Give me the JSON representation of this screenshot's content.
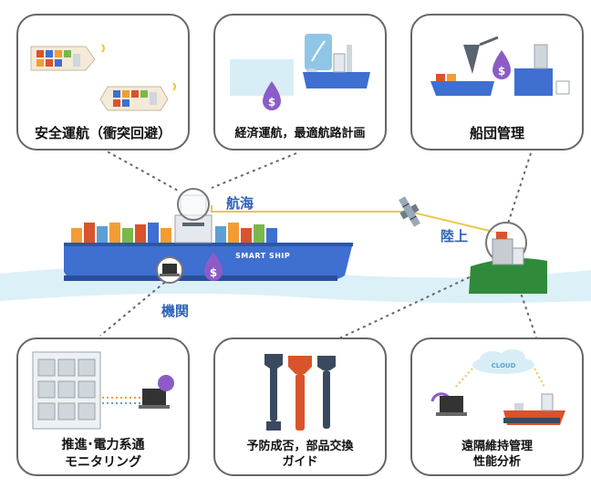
{
  "labels": {
    "navigation": "航海",
    "land": "陸上",
    "engine": "機関"
  },
  "ship_name": "SMART SHIP",
  "cloud_label": "CLOUD",
  "cards": [
    {
      "id": "safe-navigation",
      "caption": "安全運航（衝突回避）"
    },
    {
      "id": "economic-navigation",
      "caption": "経済運航，最適航路計画"
    },
    {
      "id": "fleet-management",
      "caption": "船団管理"
    },
    {
      "id": "propulsion-power-monitoring",
      "caption_line1": "推進･電力系通",
      "caption_line2": "モニタリング"
    },
    {
      "id": "preventive-maintenance",
      "caption_line1": "予防成否，部品交換",
      "caption_line2": "ガイド"
    },
    {
      "id": "remote-maintenance",
      "caption_line1": "遠隔維持管理",
      "caption_line2": "性能分析"
    }
  ],
  "colors": {
    "hull_blue": "#3e6fd1",
    "label_blue": "#2e62b8",
    "water": "#d8eef7",
    "green_land": "#2f8a3a",
    "purple": "#8b5cc7",
    "orange": "#f39c34",
    "red": "#d9532b"
  }
}
